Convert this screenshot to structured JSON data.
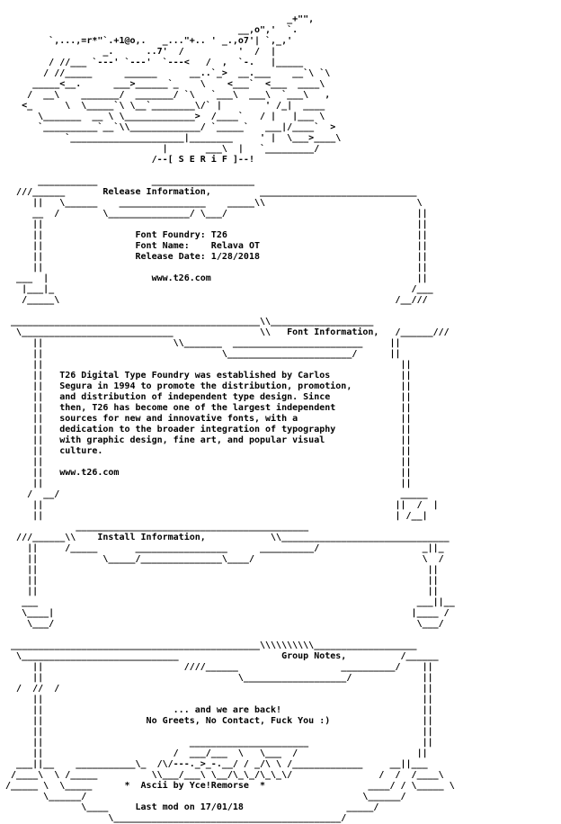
{
  "lines": [
    "                                                     _+\"\",",
    "                                            __,o\",'  `.",
    "         `,...,=r*\"`.+1@o,.   _...\"+.. ' _.,o7'| `,_,'",
    "                   _.      ..7'  /          '  /  |",
    "         / //___ `---' `---'  `---<   /  ,  `-.   |_____ ",
    "        / //_____      ______      __..`_>  __.___    __`\\ `\\",
    "      _____<__.      ___>______`_    \\    <___`  <___  ____\\",
    "     /  __\\    _______/  _______/ `\\   `___\\  ___\\  `___\\   ,",
    "    <_      \\  \\_____`\\ \\__`________\\/` |        ' /_|  ____",
    "       \\_______  __ \\ \\_____________>  /____`   / |   |___ \\",
    "       `__________`__`\\\\_____________/ `_____`   ___|/____`  >",
    "            `_____________________|________     ' |  \\___>____\\",
    "                              |       ___\\  |   `_________/",
    "                            /--[ S E R i F ]--!",
    "",
    "       ___________          ___________________",
    "   ///______       Release Information,         _____________________________",
    "      ||   \\______    ________________    _____\\\\                            \\",
    "      __  /        \\_______________/ \\___/                                   ||",
    "      ||                                                                     ||",
    "      ||                 Font Foundry: T26                                   ||",
    "      ||                 Font Name:    Relava OT                             ||",
    "      ||                 Release Date: 1/28/2018                             ||",
    "      ||                                                                     ||",
    "   ___  |                   www.t26.com                                      ||",
    "    |___|_                                                                  /___",
    "    /_____\\                                                              /__///",
    "",
    "  ______________________________________________\\\\___________________",
    "   \\____________________________                \\\\   Font Information,   /______///",
    "      ||                        \\\\_______  ________________________     ||",
    "      ||                                 \\_______________________/      ||",
    "      ||                                                                  ||",
    "      ||   T26 Digital Type Foundry was established by Carlos             ||",
    "      ||   Segura in 1994 to promote the distribution, promotion,         ||",
    "      ||   and distribution of independent type design. Since             ||",
    "      ||   then, T26 has become one of the largest independent            ||",
    "      ||   sources for new and innovative fonts, with a                   ||",
    "      ||   dedication to the broader integration of typography            ||",
    "      ||   with graphic design, fine art, and popular visual              ||",
    "      ||   culture.                                                       ||",
    "      ||                                                                  ||",
    "      ||   www.t26.com                                                    ||",
    "      ||                                                                  ||",
    "     /  __/                                                               _____",
    "      ||                                                                 ||  /  |",
    "      ||                                                                 | /__|",
    "              ___________________________________________",
    "   ///______\\\\    Install Information,            \\\\_______________________________",
    "     ||     /_____       _________________      __________/                   _||_",
    "     ||            \\_____/_______________\\____/                               \\  /",
    "     ||                                                                        ||",
    "     ||                                                                        ||",
    "     ||                                                                        ||",
    "    ___                                                                      ___||__",
    "    \\____|                                                                  |____ /",
    "     \\___/                                                                   \\___/",
    "",
    "  ______________________________________________\\\\\\\\\\\\\\\\\\\\___________________",
    "   \\_____________________________                   Group Notes,          /______",
    "      ||                          ////______                   __________/    ||",
    "      ||                                    \\___________________/             ||",
    "   /  //  /                                                                   ||",
    "      ||                                                                      ||",
    "      ||                        ... and we are back!                          ||",
    "      ||                   No Greets, No Contact, Fuck You :)                 ||",
    "      ||                                                                      ||",
    "      ||                           ______________________                     ||",
    "      ||                        /  ___/___  \\   \\___  /                      ||",
    "   ___||__    ___________\\_  /\\/---._>_-.__/ / _/\\ \\ /_____________     __||___",
    "  /____\\  \\ /_____          \\\\___/___\\ \\__/\\_\\_/\\_\\_\\/                /  /  /____\\",
    " /_____ \\  \\_____      *  Ascii by Yce!Remorse  *                   ____/ / \\_____ \\",
    "        \\______/                                                   \\______/",
    "               \\____     Last mod on 17/01/18                   _____/",
    "                    \\__________________________________________/"
  ]
}
